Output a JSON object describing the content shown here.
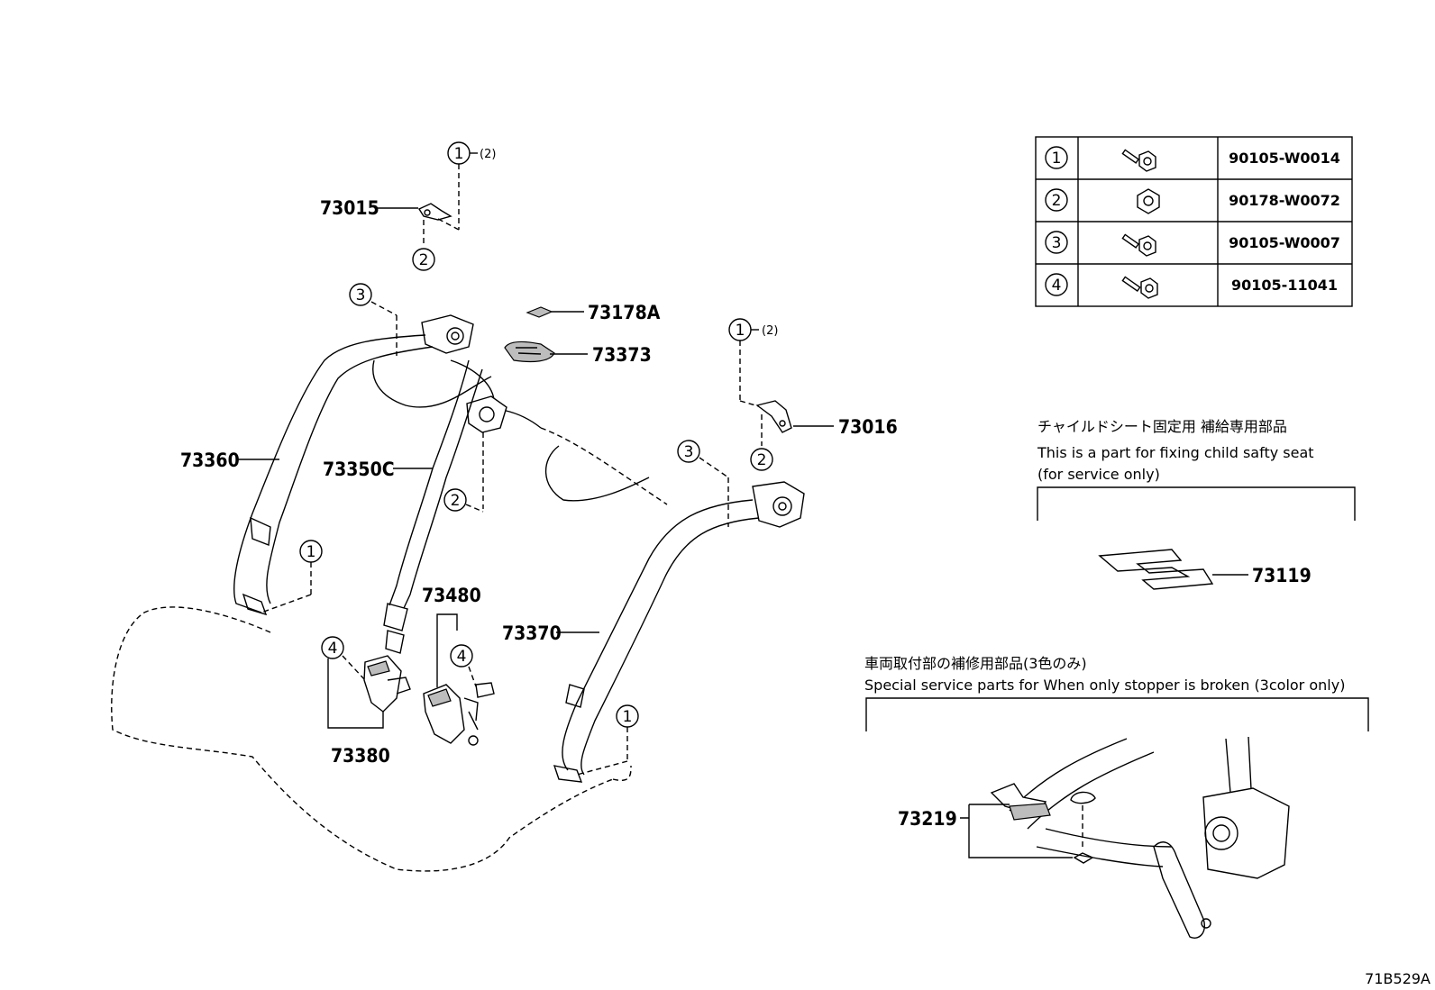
{
  "callouts": {
    "bolt_1": "1",
    "nut_2": "2",
    "bolt_3": "3",
    "bolt_4": "4",
    "qty_2": "(2)"
  },
  "part_numbers": {
    "p73015": "73015",
    "p73178A": "73178A",
    "p73373": "73373",
    "p73016": "73016",
    "p73360": "73360",
    "p73350C": "73350C",
    "p73480": "73480",
    "p73370": "73370",
    "p73380": "73380",
    "p73119": "73119",
    "p73219": "73219"
  },
  "fastener_table": {
    "rows": [
      {
        "callout": "1",
        "icon": "bolt-icon",
        "part_number": "90105-W0014"
      },
      {
        "callout": "2",
        "icon": "nut-icon",
        "part_number": "90178-W0072"
      },
      {
        "callout": "3",
        "icon": "bolt-icon",
        "part_number": "90105-W0007"
      },
      {
        "callout": "4",
        "icon": "bolt-icon",
        "part_number": "90105-11041"
      }
    ]
  },
  "child_seat_note": {
    "jp": "チャイルドシート固定用 補給専用部品",
    "en_line1": "This is a part for fixing child safty seat",
    "en_line2": "(for service only)"
  },
  "service_note": {
    "jp": "車両取付部の補修用部品(3色のみ)",
    "en": "Special service parts for When only stopper is broken (3color only)"
  },
  "diagram_id": "71B529A"
}
